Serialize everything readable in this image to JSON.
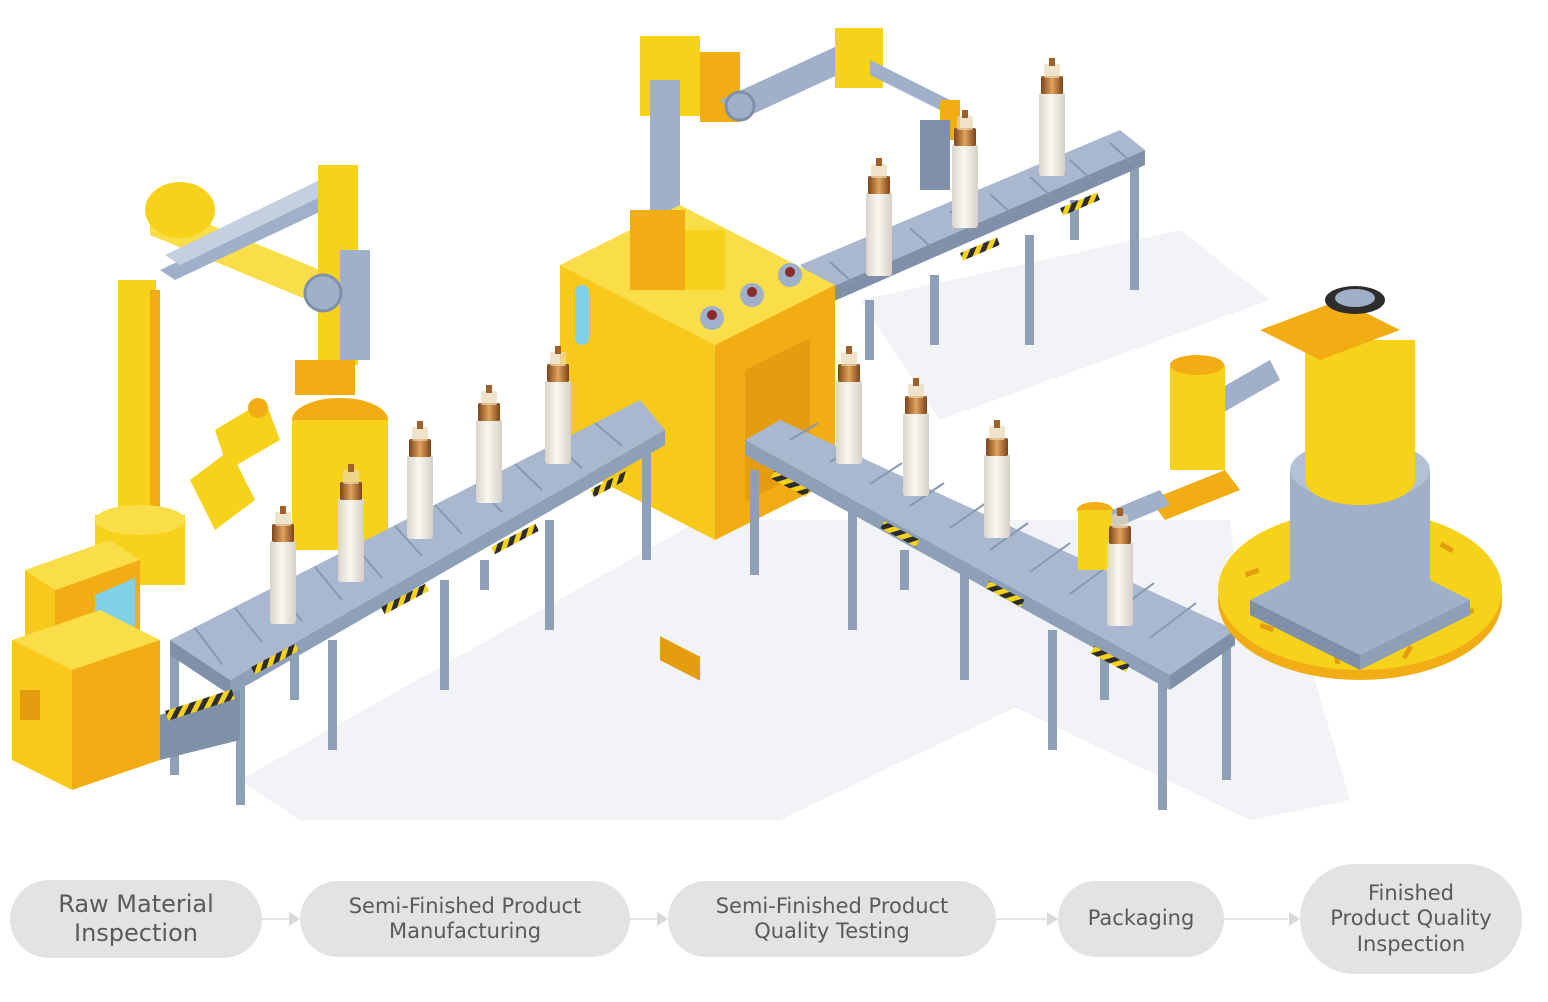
{
  "colors": {
    "machine_yellow": "#f7d21a",
    "machine_orange": "#f1ad13",
    "conveyor_blue": "#9fb0c8",
    "conveyor_dark": "#7f90a8",
    "bottle_white": "#f0ece4",
    "cap_bronze": "#b36b2d",
    "stage_fill": "#e3e3e3",
    "stage_text": "#5a5a5a",
    "shadow": "#eef0f3"
  },
  "process_flow": {
    "stages": [
      {
        "label": "Raw Material\nInspection"
      },
      {
        "label": "Semi-Finished Product\nManufacturing"
      },
      {
        "label": "Semi-Finished Product\nQuality Testing"
      },
      {
        "label": "Packaging"
      },
      {
        "label": "Finished\nProduct Quality\nInspection"
      }
    ]
  },
  "illustration": {
    "icons": [
      "robot-arm-icon",
      "control-terminal-icon",
      "conveyor-belt-icon",
      "filling-machine-icon",
      "bottle-icon",
      "rotary-robot-icon"
    ]
  }
}
